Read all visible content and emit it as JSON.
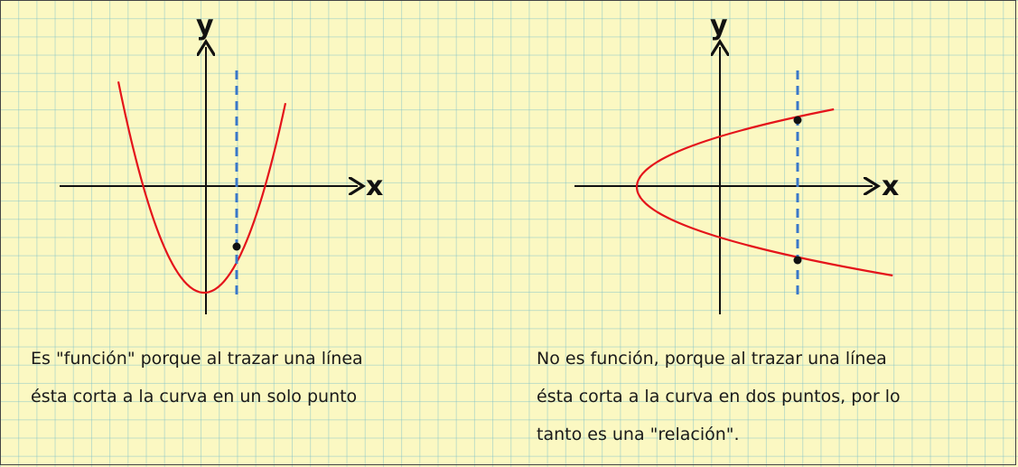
{
  "left_graph": {
    "x_label": "x",
    "y_label": "y"
  },
  "right_graph": {
    "x_label": "x",
    "y_label": "y"
  },
  "captions": {
    "left": [
      "Es \"función\" porque al trazar una línea",
      "ésta corta a la curva en un solo punto"
    ],
    "right": [
      "No es función,  porque  al trazar una línea",
      "ésta corta a la curva en dos puntos, por lo",
      "tanto es una \"relación\"."
    ]
  },
  "colors": {
    "curve": "#e4141b",
    "dashed_line": "#3a78c9",
    "axes": "#111111",
    "paper": "#fbf8c2",
    "grid": "#9fd3d6"
  }
}
